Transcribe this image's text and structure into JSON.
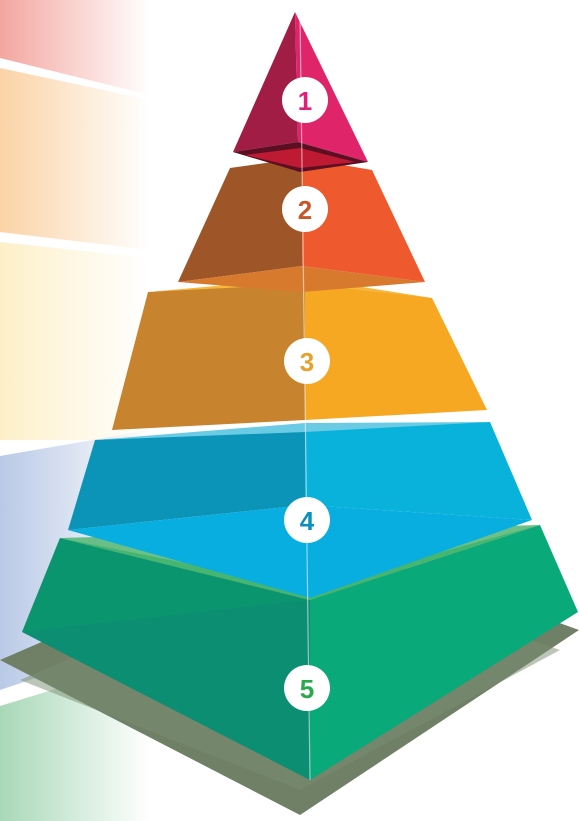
{
  "pyramid": {
    "levels": [
      {
        "number": "1",
        "color": "#e3246a",
        "shade": "#a01c44",
        "label_color": "#e0217a"
      },
      {
        "number": "2",
        "color": "#ef5a2e",
        "shade": "#9c5527",
        "label_color": "#c8562a"
      },
      {
        "number": "3",
        "color": "#f8a823",
        "shade": "#c8862e",
        "label_color": "#e6a22e"
      },
      {
        "number": "4",
        "color": "#08b3dd",
        "shade": "#0a91b4",
        "label_color": "#0a8fc0"
      },
      {
        "number": "5",
        "color": "#0aa878",
        "shade": "#0d8a6c",
        "label_color": "#2aa84c"
      }
    ],
    "shadow_color": "#6f8066",
    "badge_color": "#ffffff"
  },
  "background": {
    "bands": [
      {
        "color": "#f4a6a0"
      },
      {
        "color": "#fbd3a6"
      },
      {
        "color": "#fdf0c8"
      },
      {
        "color": "#c5d2ea"
      },
      {
        "color": "#b5dcc4"
      }
    ]
  }
}
